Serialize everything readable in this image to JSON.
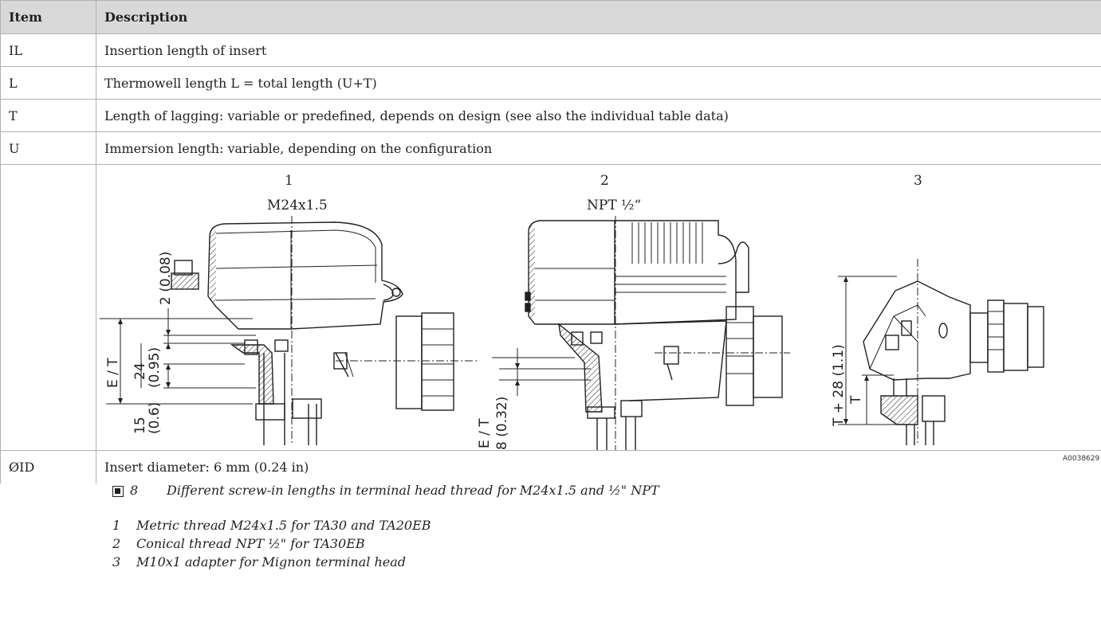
{
  "table": {
    "headers": {
      "item": "Item",
      "description": "Description"
    },
    "rows": [
      {
        "item": "IL",
        "description": "Insertion length of insert"
      },
      {
        "item": "L",
        "description": "Thermowell length L = total length (U+T)"
      },
      {
        "item": "T",
        "description": "Length of lagging: variable or predefined, depends on design (see also the individual table data)"
      },
      {
        "item": "U",
        "description": "Immersion length: variable, depending on the configuration"
      }
    ],
    "last_row": {
      "item": "ØID",
      "description": "Insert diameter: 6 mm (0.24 in)"
    }
  },
  "figure": {
    "views": [
      {
        "number": "1",
        "thread": "M24x1.5"
      },
      {
        "number": "2",
        "thread": "NPT ½“"
      },
      {
        "number": "3",
        "thread": ""
      }
    ],
    "dimensions": {
      "d1": "2 (0.08)",
      "d2": "E / T",
      "d3": "24",
      "d4": "(0.95)",
      "d5": "15",
      "d6": "(0.6)",
      "d7": "E / T",
      "d8": "8 (0.32)",
      "d9": "T + 28 (1.1)",
      "d10": "T"
    },
    "code": "A0038629",
    "caption_icon": "figure-icon",
    "caption_number": "8",
    "caption": "Different screw-in lengths in terminal head thread for M24x1.5 and ½\" NPT",
    "legend": [
      {
        "num": "1",
        "text": "Metric thread M24x1.5 for TA30 and TA20EB"
      },
      {
        "num": "2",
        "text": "Conical thread NPT ½\" for TA30EB"
      },
      {
        "num": "3",
        "text": "M10x1 adapter for Mignon terminal head"
      }
    ]
  }
}
